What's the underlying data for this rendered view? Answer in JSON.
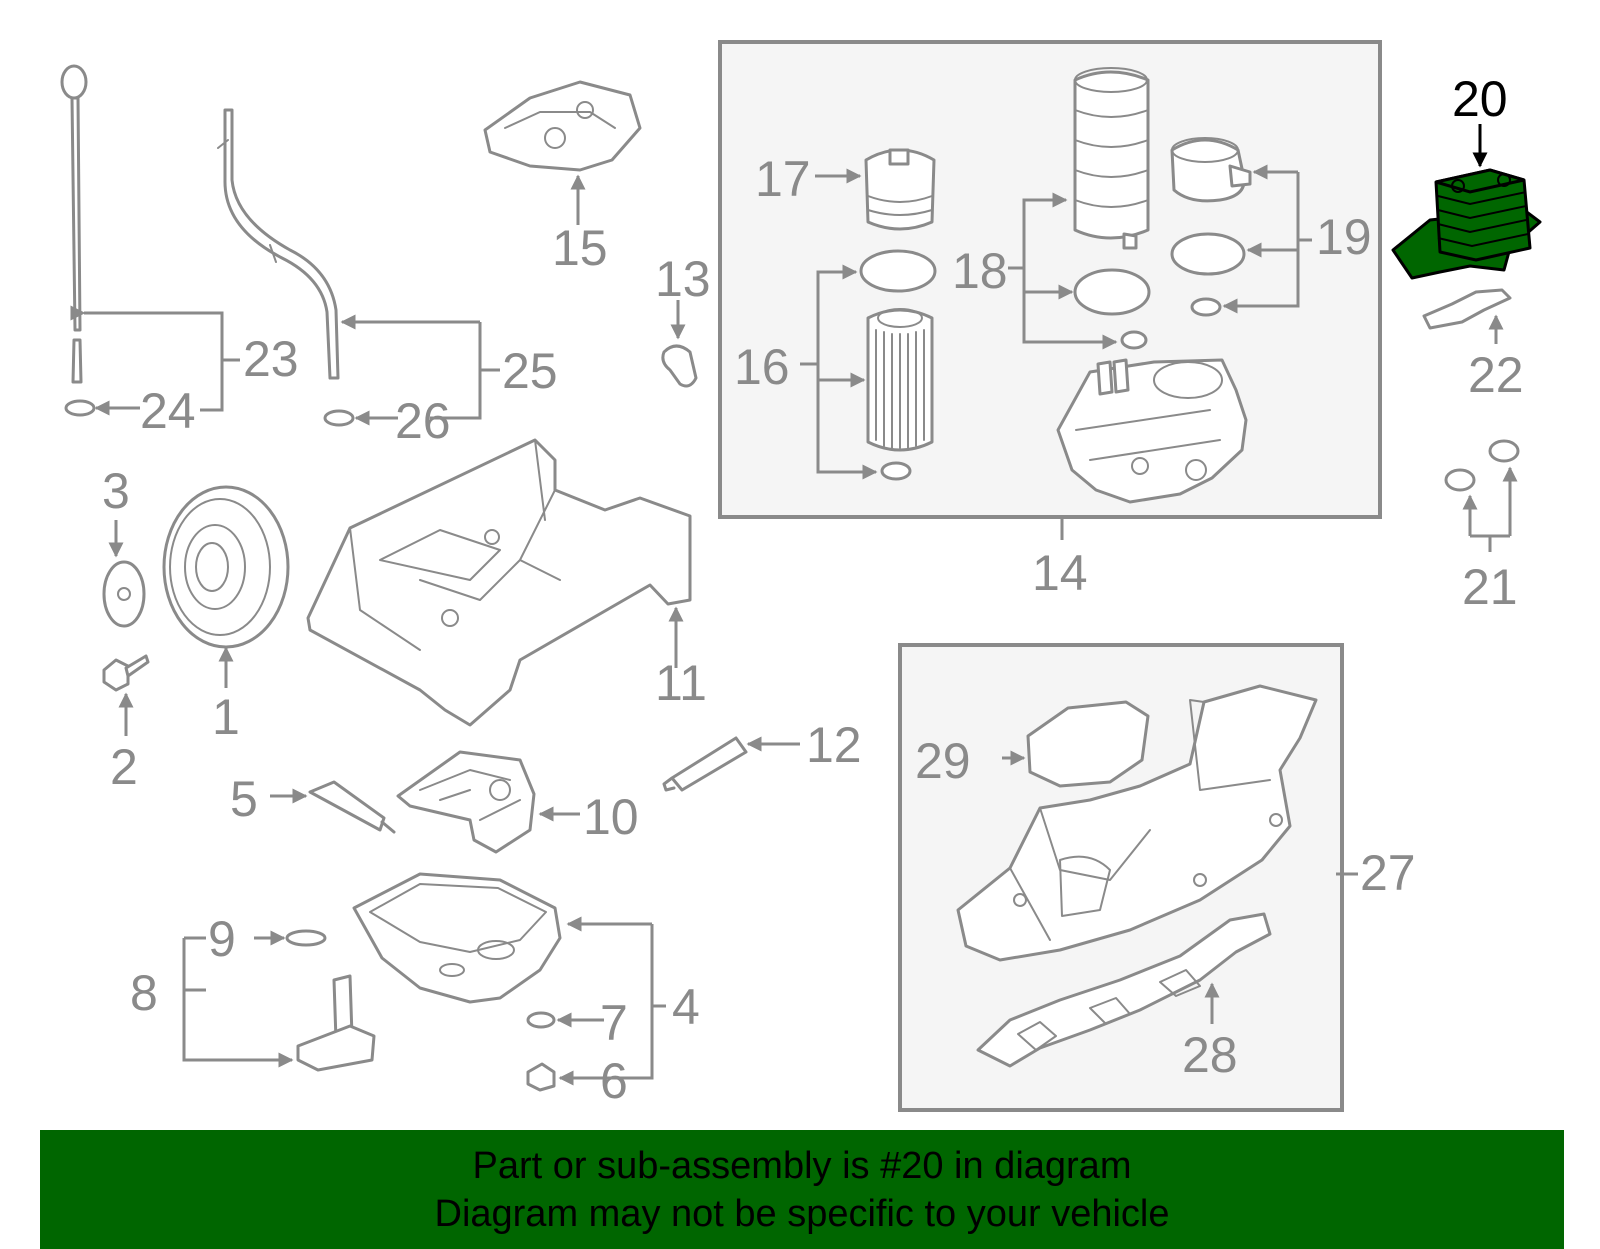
{
  "callouts": {
    "c1": "1",
    "c2": "2",
    "c3": "3",
    "c4": "4",
    "c5": "5",
    "c6": "6",
    "c7": "7",
    "c8": "8",
    "c9": "9",
    "c10": "10",
    "c11": "11",
    "c12": "12",
    "c13": "13",
    "c14": "14",
    "c15": "15",
    "c16": "16",
    "c17": "17",
    "c18": "18",
    "c19": "19",
    "c20": "20",
    "c21": "21",
    "c22": "22",
    "c23": "23",
    "c24": "24",
    "c25": "25",
    "c26": "26",
    "c27": "27",
    "c28": "28",
    "c29": "29"
  },
  "highlight": {
    "color": "#006600",
    "part": "20"
  },
  "banner": {
    "line1": "Part or sub-assembly is #20 in diagram",
    "line2": "Diagram may not be specific to your vehicle",
    "background": "#006600"
  }
}
